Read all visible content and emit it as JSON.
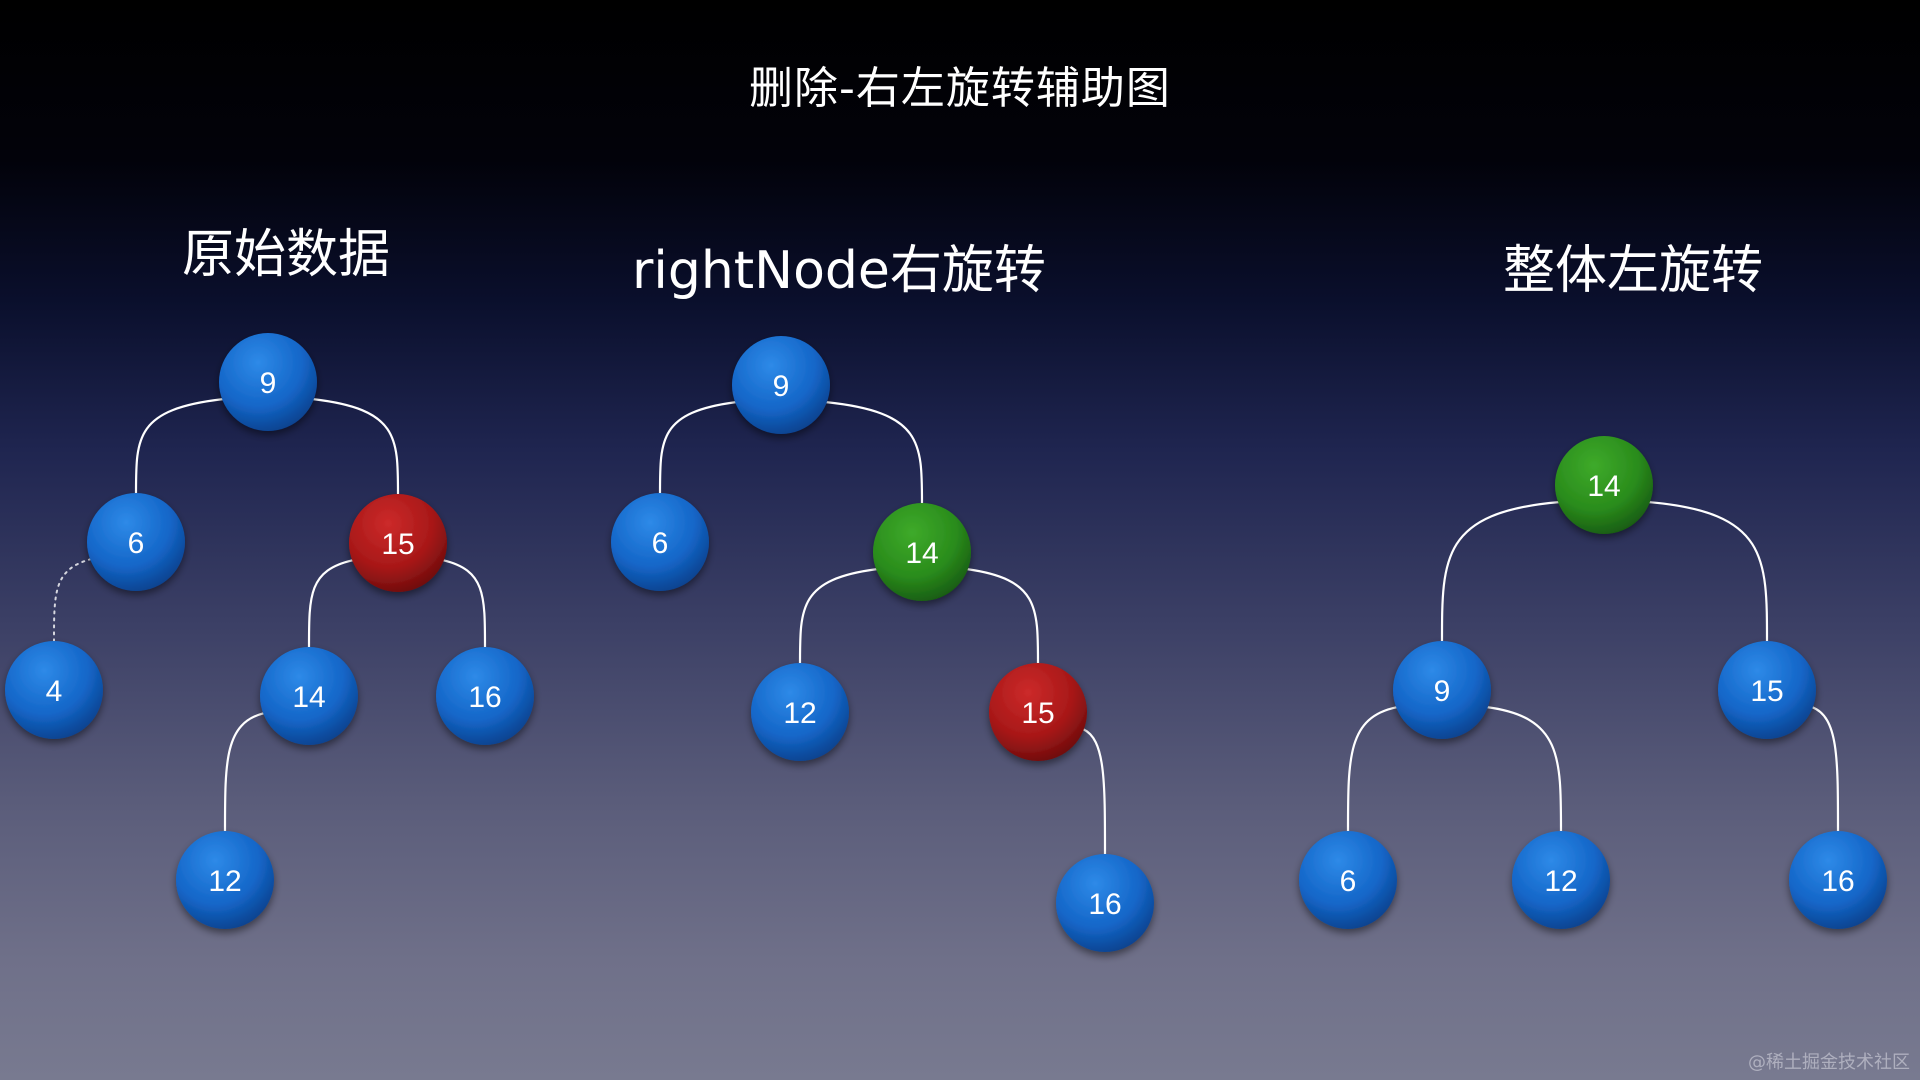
{
  "title": "删除-右左旋转辅助图",
  "panels": [
    {
      "title": "原始数据",
      "nodes": [
        {
          "id": "p1-9",
          "label": "9",
          "color": "blue"
        },
        {
          "id": "p1-6",
          "label": "6",
          "color": "blue"
        },
        {
          "id": "p1-15",
          "label": "15",
          "color": "red"
        },
        {
          "id": "p1-4",
          "label": "4",
          "color": "blue"
        },
        {
          "id": "p1-14",
          "label": "14",
          "color": "blue"
        },
        {
          "id": "p1-16",
          "label": "16",
          "color": "blue"
        },
        {
          "id": "p1-12",
          "label": "12",
          "color": "blue"
        }
      ],
      "edges": [
        {
          "from": "p1-9",
          "to": "p1-6",
          "style": "solid"
        },
        {
          "from": "p1-9",
          "to": "p1-15",
          "style": "solid"
        },
        {
          "from": "p1-6",
          "to": "p1-4",
          "style": "dotted"
        },
        {
          "from": "p1-15",
          "to": "p1-14",
          "style": "solid"
        },
        {
          "from": "p1-15",
          "to": "p1-16",
          "style": "solid"
        },
        {
          "from": "p1-14",
          "to": "p1-12",
          "style": "solid"
        }
      ]
    },
    {
      "title": "rightNode右旋转",
      "nodes": [
        {
          "id": "p2-9",
          "label": "9",
          "color": "blue"
        },
        {
          "id": "p2-6",
          "label": "6",
          "color": "blue"
        },
        {
          "id": "p2-14",
          "label": "14",
          "color": "green"
        },
        {
          "id": "p2-12",
          "label": "12",
          "color": "blue"
        },
        {
          "id": "p2-15",
          "label": "15",
          "color": "red"
        },
        {
          "id": "p2-16",
          "label": "16",
          "color": "blue"
        }
      ],
      "edges": [
        {
          "from": "p2-9",
          "to": "p2-6",
          "style": "solid"
        },
        {
          "from": "p2-9",
          "to": "p2-14",
          "style": "solid"
        },
        {
          "from": "p2-14",
          "to": "p2-12",
          "style": "solid"
        },
        {
          "from": "p2-14",
          "to": "p2-15",
          "style": "solid"
        },
        {
          "from": "p2-15",
          "to": "p2-16",
          "style": "solid"
        }
      ]
    },
    {
      "title": "整体左旋转",
      "nodes": [
        {
          "id": "p3-14",
          "label": "14",
          "color": "green"
        },
        {
          "id": "p3-9",
          "label": "9",
          "color": "blue"
        },
        {
          "id": "p3-15",
          "label": "15",
          "color": "blue"
        },
        {
          "id": "p3-6",
          "label": "6",
          "color": "blue"
        },
        {
          "id": "p3-12",
          "label": "12",
          "color": "blue"
        },
        {
          "id": "p3-16",
          "label": "16",
          "color": "blue"
        }
      ],
      "edges": [
        {
          "from": "p3-14",
          "to": "p3-9",
          "style": "solid"
        },
        {
          "from": "p3-14",
          "to": "p3-15",
          "style": "solid"
        },
        {
          "from": "p3-9",
          "to": "p3-6",
          "style": "solid"
        },
        {
          "from": "p3-9",
          "to": "p3-12",
          "style": "solid"
        },
        {
          "from": "p3-15",
          "to": "p3-16",
          "style": "solid"
        }
      ]
    }
  ],
  "colors": {
    "blue": "#1466c8",
    "red": "#a81818",
    "green": "#2a8c1c",
    "edge": "#ffffff"
  },
  "watermark": "@稀土掘金技术社区"
}
